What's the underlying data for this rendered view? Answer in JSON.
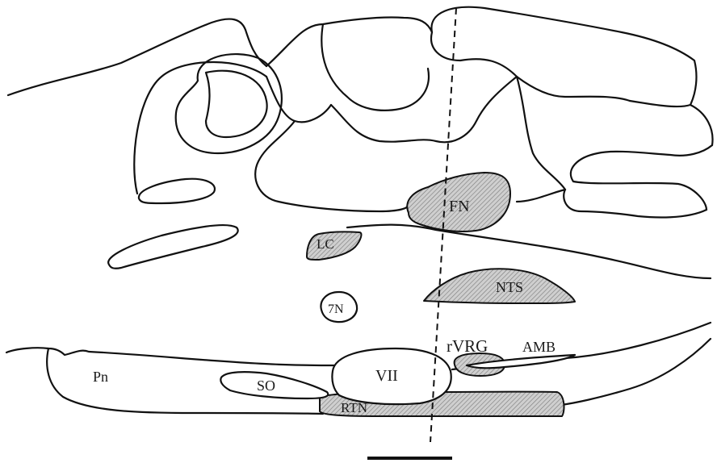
{
  "labels": {
    "fn": "FN",
    "lc": "LC",
    "nts": "NTS",
    "n7": "7N",
    "rvrg": "rVRG",
    "amb": "AMB",
    "pn": "Pn",
    "so": "SO",
    "vii": "VII",
    "rtn": "RTN"
  },
  "colors": {
    "line": "#111111",
    "shading": "#cfcfcf",
    "background": "#ffffff"
  }
}
